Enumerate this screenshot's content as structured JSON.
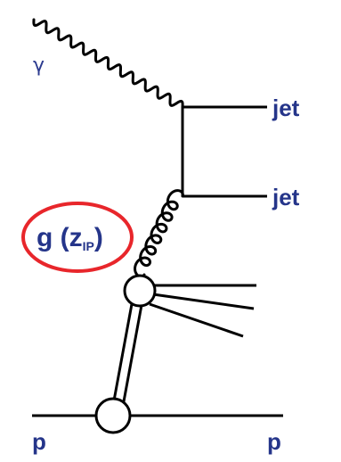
{
  "labels": {
    "photon": "γ",
    "jet_upper": "jet",
    "jet_lower": "jet",
    "proton_in": "p",
    "proton_out": "p",
    "gluon_main": "g (z",
    "gluon_sub": "IP",
    "gluon_close": ")"
  },
  "colors": {
    "line": "#000000",
    "text": "#25358a",
    "highlight_ellipse": "#e8262b",
    "blob_fill": "#ffffff"
  },
  "icons": {
    "highlight": "red-ellipse",
    "photon_line": "wavy-line",
    "gluon_line": "curly-line",
    "pomeron_line": "double-line"
  }
}
